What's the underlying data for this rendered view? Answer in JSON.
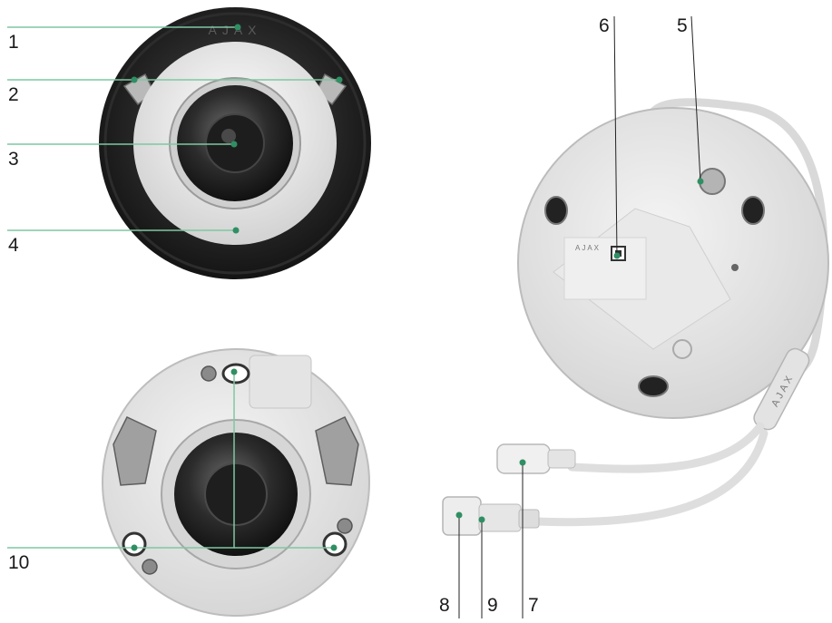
{
  "brand": {
    "logo": "AJAX",
    "label_logo": "AJAX"
  },
  "callouts": [
    {
      "id": "1",
      "text": "1"
    },
    {
      "id": "2",
      "text": "2"
    },
    {
      "id": "3",
      "text": "3"
    },
    {
      "id": "4",
      "text": "4"
    },
    {
      "id": "5",
      "text": "5"
    },
    {
      "id": "6",
      "text": "6"
    },
    {
      "id": "7",
      "text": "7"
    },
    {
      "id": "8",
      "text": "8"
    },
    {
      "id": "9",
      "text": "9"
    },
    {
      "id": "10",
      "text": "10"
    }
  ],
  "colors": {
    "leader_line": "#7fc7a3",
    "leader_dot": "#2f8f63",
    "label_text": "#1a1a1a",
    "housing_dark": "#1e1e1e",
    "housing_light": "#e6e6e6",
    "lens": "#3a3a3a"
  }
}
